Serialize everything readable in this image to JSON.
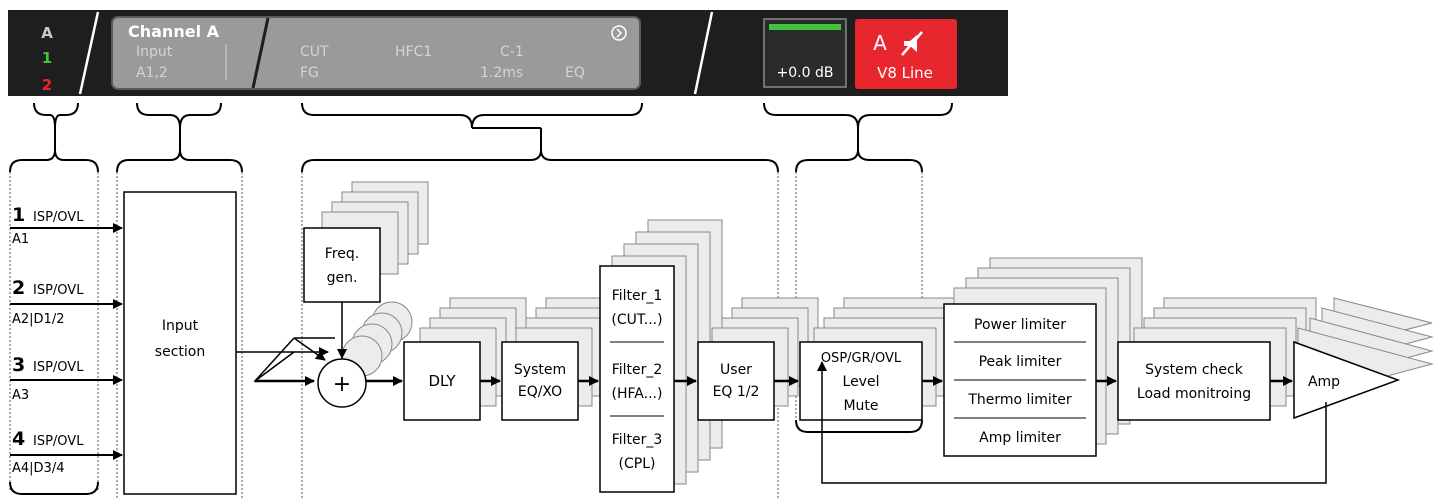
{
  "header": {
    "channels": {
      "letter": "A",
      "num1": "1",
      "num2": "2"
    },
    "panel": {
      "title": "Channel A",
      "input_label": "Input",
      "input_value": "A1,2",
      "cut": "CUT",
      "hfc": "HFC1",
      "cpl": "C-1",
      "fg": "FG",
      "delay": "1.2ms",
      "eq": "EQ"
    },
    "level": "+0.0 dB",
    "mute": {
      "letter": "A",
      "preset": "V8 Line"
    },
    "colors": {
      "green": "#3ec43e",
      "red": "#e8262d",
      "bar": "#1e1e1e",
      "panel": "#9a9a9a"
    }
  },
  "inputs": [
    {
      "num": "1",
      "status": "ISP/OVL",
      "source": "A1"
    },
    {
      "num": "2",
      "status": "ISP/OVL",
      "source": "A2|D1/2"
    },
    {
      "num": "3",
      "status": "ISP/OVL",
      "source": "A3"
    },
    {
      "num": "4",
      "status": "ISP/OVL",
      "source": "A4|D3/4"
    }
  ],
  "blocks": {
    "input_section": [
      "Input",
      "section"
    ],
    "freq_gen": [
      "Freq.",
      "gen."
    ],
    "sum": "+",
    "dly": "DLY",
    "system_eq": [
      "System",
      "EQ/XO"
    ],
    "filters": [
      [
        "Filter_1",
        "(CUT...)"
      ],
      [
        "Filter_2",
        "(HFA...)"
      ],
      [
        "Filter_3",
        "(CPL)"
      ]
    ],
    "user_eq": [
      "User",
      "EQ 1/2"
    ],
    "level_block": [
      "OSP/GR/OVL",
      "Level",
      "Mute"
    ],
    "limiters": [
      "Power limiter",
      "Peak limiter",
      "Thermo limiter",
      "Amp limiter"
    ],
    "system_check": [
      "System check",
      "Load monitroing"
    ],
    "amp": "Amp"
  }
}
